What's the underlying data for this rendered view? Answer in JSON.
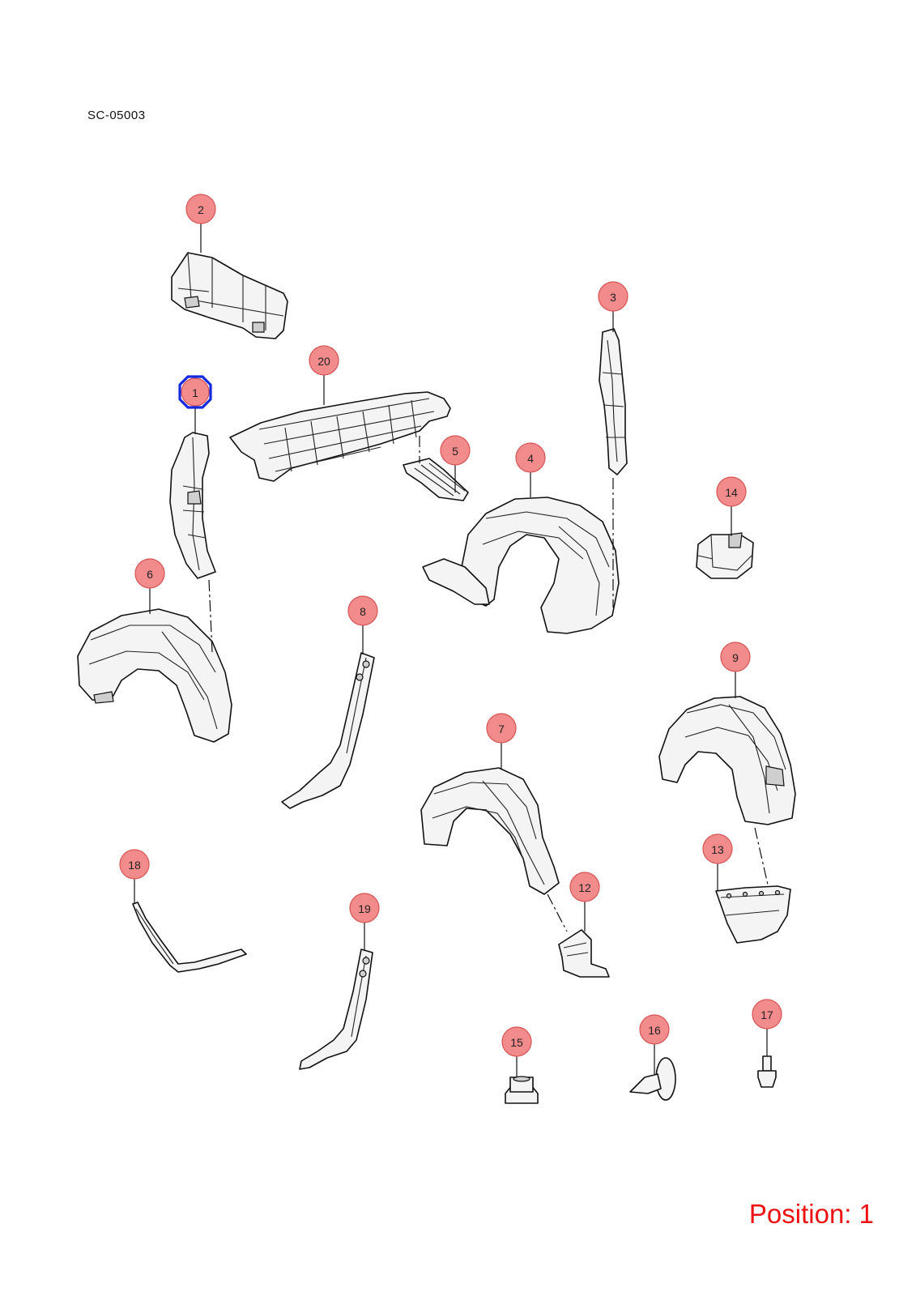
{
  "diagram": {
    "code": "SC-05003",
    "position_label": "Position: 1",
    "selected_callout": "1",
    "colors": {
      "callout_fill": "#f28b8b",
      "selection_ring": "#1428e0",
      "position_text": "#ee1111"
    },
    "callouts": [
      {
        "id": "2",
        "label": "2"
      },
      {
        "id": "3",
        "label": "3"
      },
      {
        "id": "20",
        "label": "20"
      },
      {
        "id": "1",
        "label": "1"
      },
      {
        "id": "5",
        "label": "5"
      },
      {
        "id": "4",
        "label": "4"
      },
      {
        "id": "14",
        "label": "14"
      },
      {
        "id": "6",
        "label": "6"
      },
      {
        "id": "8",
        "label": "8"
      },
      {
        "id": "9",
        "label": "9"
      },
      {
        "id": "7",
        "label": "7"
      },
      {
        "id": "13",
        "label": "13"
      },
      {
        "id": "18",
        "label": "18"
      },
      {
        "id": "12",
        "label": "12"
      },
      {
        "id": "19",
        "label": "19"
      },
      {
        "id": "17",
        "label": "17"
      },
      {
        "id": "16",
        "label": "16"
      },
      {
        "id": "15",
        "label": "15"
      }
    ]
  }
}
